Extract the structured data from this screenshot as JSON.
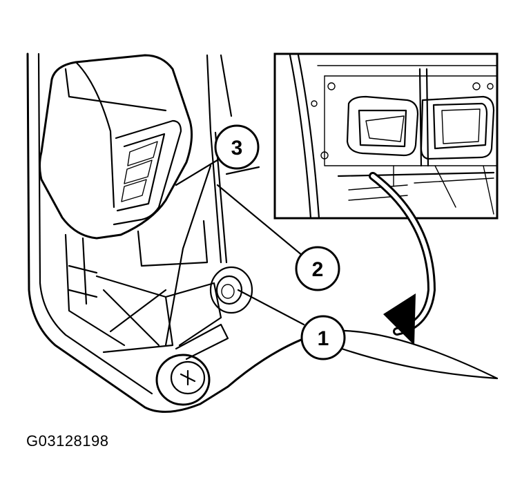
{
  "callouts": [
    {
      "id": "1",
      "label": "1"
    },
    {
      "id": "2",
      "label": "2"
    },
    {
      "id": "3",
      "label": "3"
    }
  ],
  "figure_code": "G03128198",
  "colors": {
    "ink": "#000000",
    "background": "#ffffff"
  }
}
